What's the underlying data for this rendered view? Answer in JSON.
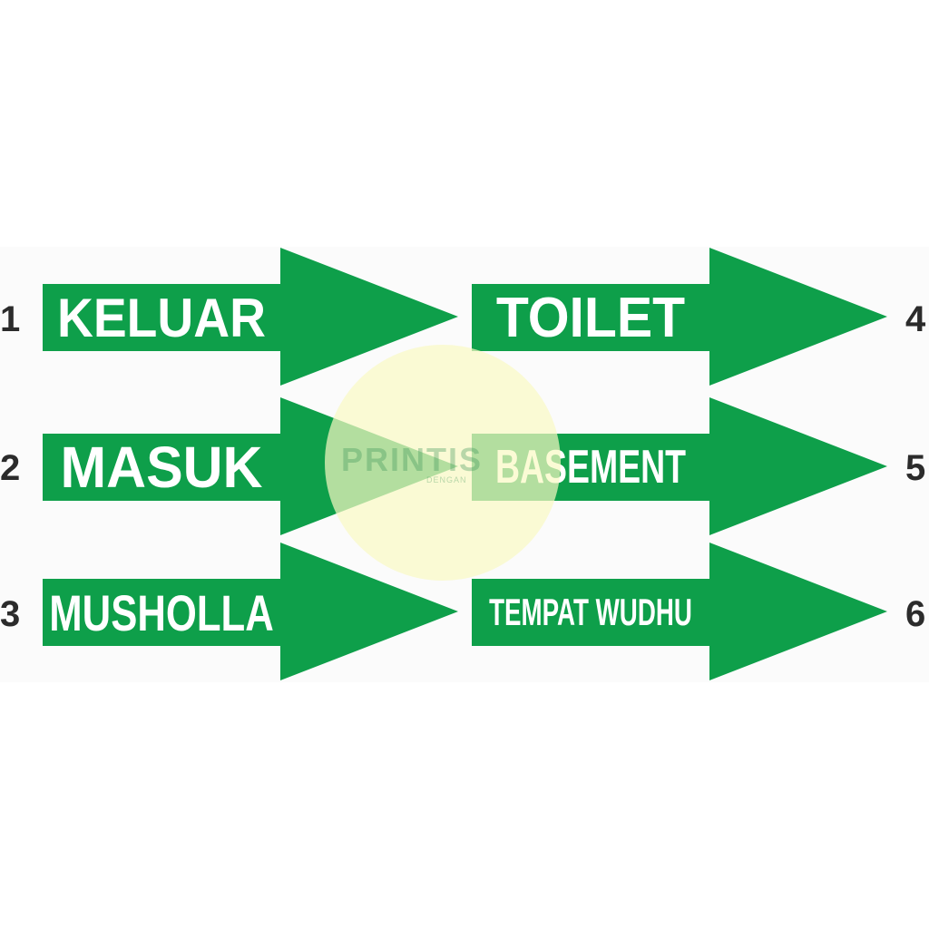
{
  "theme": {
    "arrow_color": "#0e9f4a",
    "text_color": "#ffffff",
    "number_color": "#2b2b2b"
  },
  "signs": [
    {
      "number": "1",
      "label": "KELUAR"
    },
    {
      "number": "2",
      "label": "MASUK"
    },
    {
      "number": "3",
      "label": "MUSHOLLA"
    },
    {
      "number": "4",
      "label": "TOILET"
    },
    {
      "number": "5",
      "label": "BASEMENT"
    },
    {
      "number": "6",
      "label": "TEMPAT WUDHU"
    }
  ],
  "watermark": {
    "brand": "PRINTIS",
    "tagline": "DENGAN"
  }
}
